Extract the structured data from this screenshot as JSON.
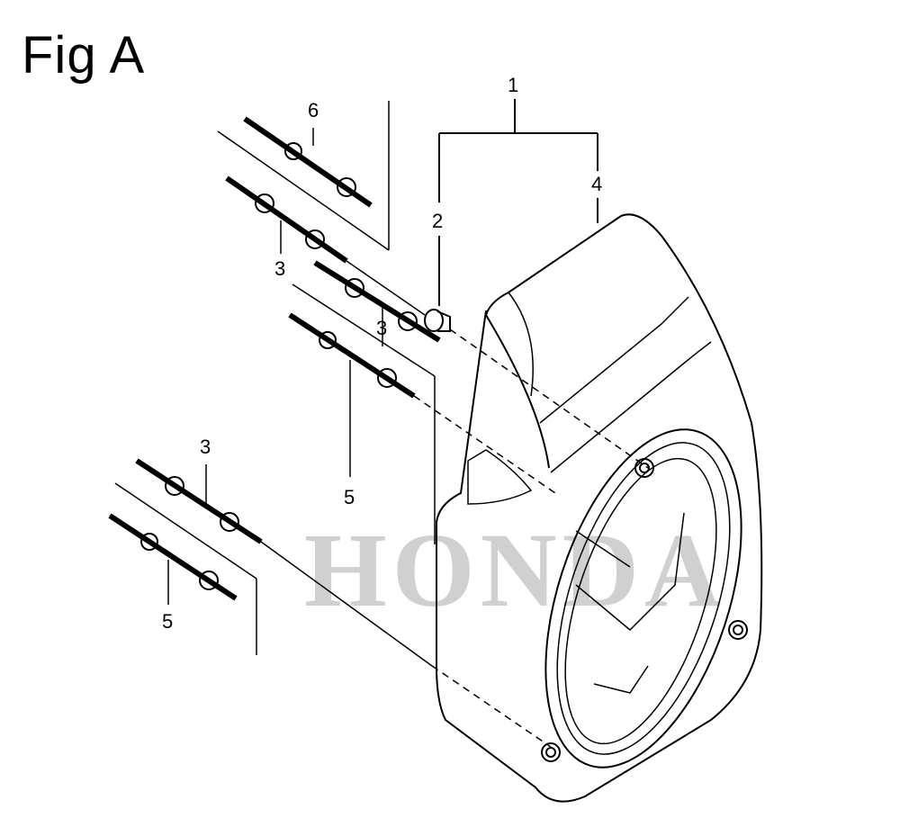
{
  "figure": {
    "title": "Fig A",
    "watermark": "HONDA",
    "callouts": {
      "c1": "1",
      "c2": "2",
      "c4": "4",
      "c6": "6",
      "c3a": "3",
      "c3b": "3",
      "c3c": "3",
      "c5a": "5",
      "c5b": "5"
    }
  }
}
